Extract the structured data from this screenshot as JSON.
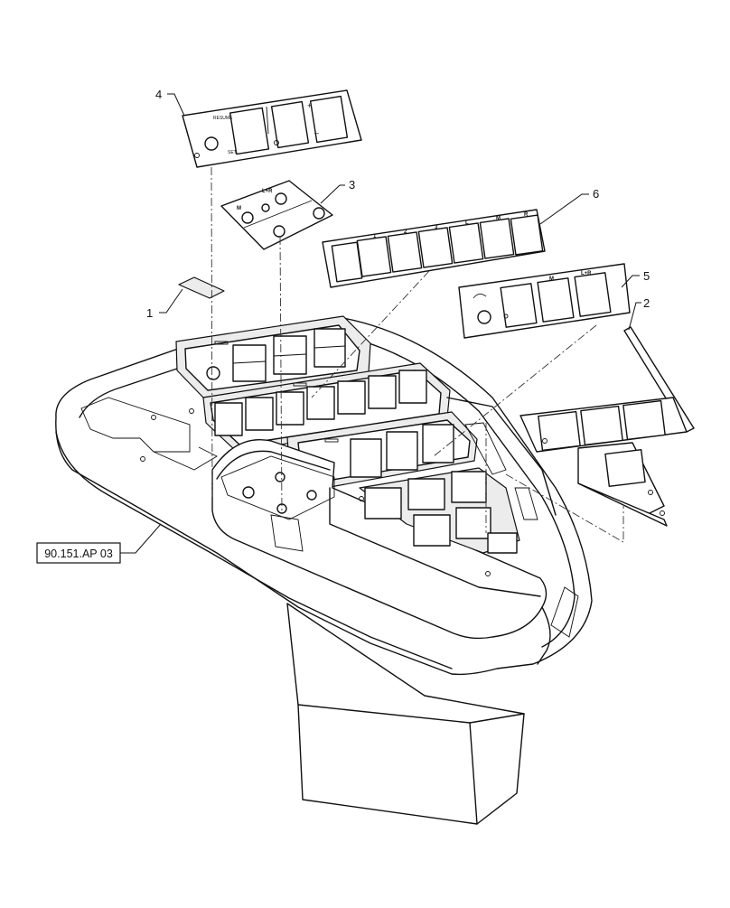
{
  "callouts": [
    {
      "number": "1"
    },
    {
      "number": "2"
    },
    {
      "number": "3"
    },
    {
      "number": "4"
    },
    {
      "number": "5"
    },
    {
      "number": "6"
    }
  ],
  "reference_box": {
    "text": "90.151.AP 03"
  },
  "decal_6_labels": [
    "1",
    "2",
    "3",
    "L",
    "M",
    "R"
  ],
  "decal_5_labels": [
    "M",
    "L+R"
  ],
  "decal_3_labels": [
    "M",
    "L+R"
  ]
}
